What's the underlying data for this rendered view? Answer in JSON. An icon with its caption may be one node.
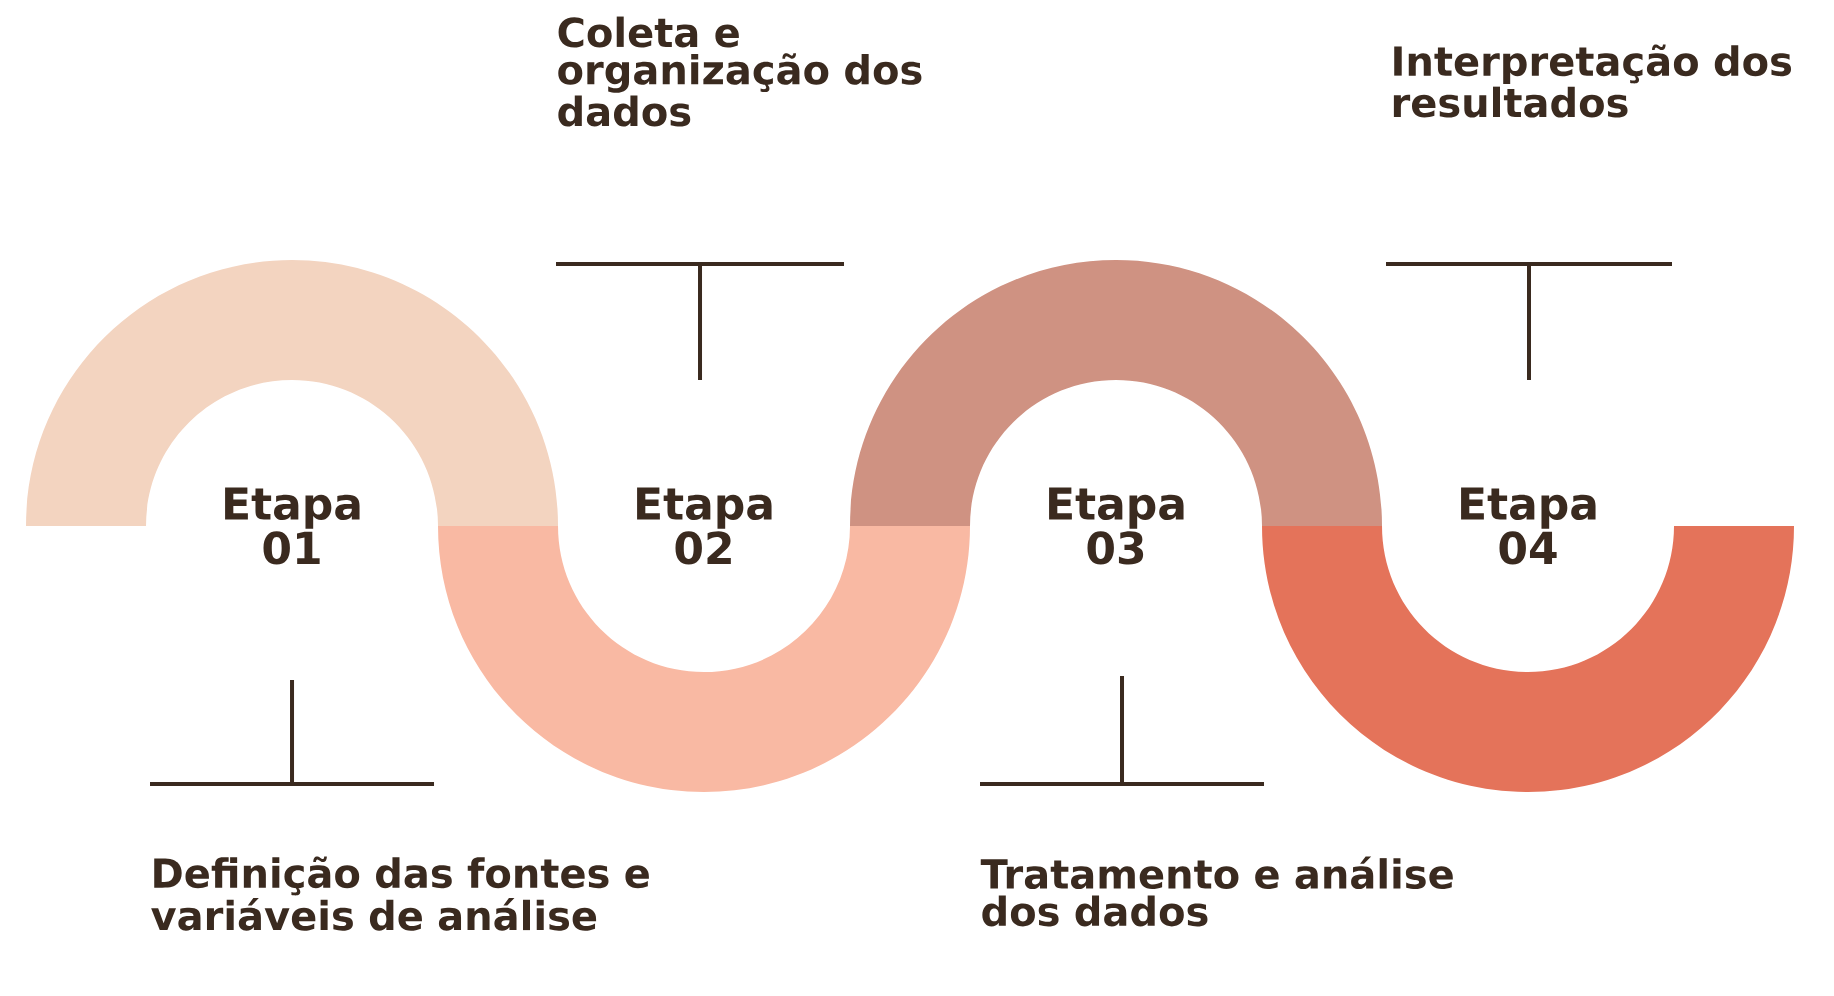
{
  "diagram": {
    "nodes": [
      {
        "text": [
          "Etapa 01"
        ]
      },
      {
        "text": [
          "Etapa 02"
        ]
      },
      {
        "text": [
          "Etapa 03"
        ]
      },
      {
        "text": [
          "Etapa 04"
        ]
      }
    ],
    "labels": [
      "Coleta e organização dos dados",
      "Interpretação dos resultados",
      "Definição das fontes e variáveis de análise",
      "Tratamento e análise dos dados"
    ]
  }
}
